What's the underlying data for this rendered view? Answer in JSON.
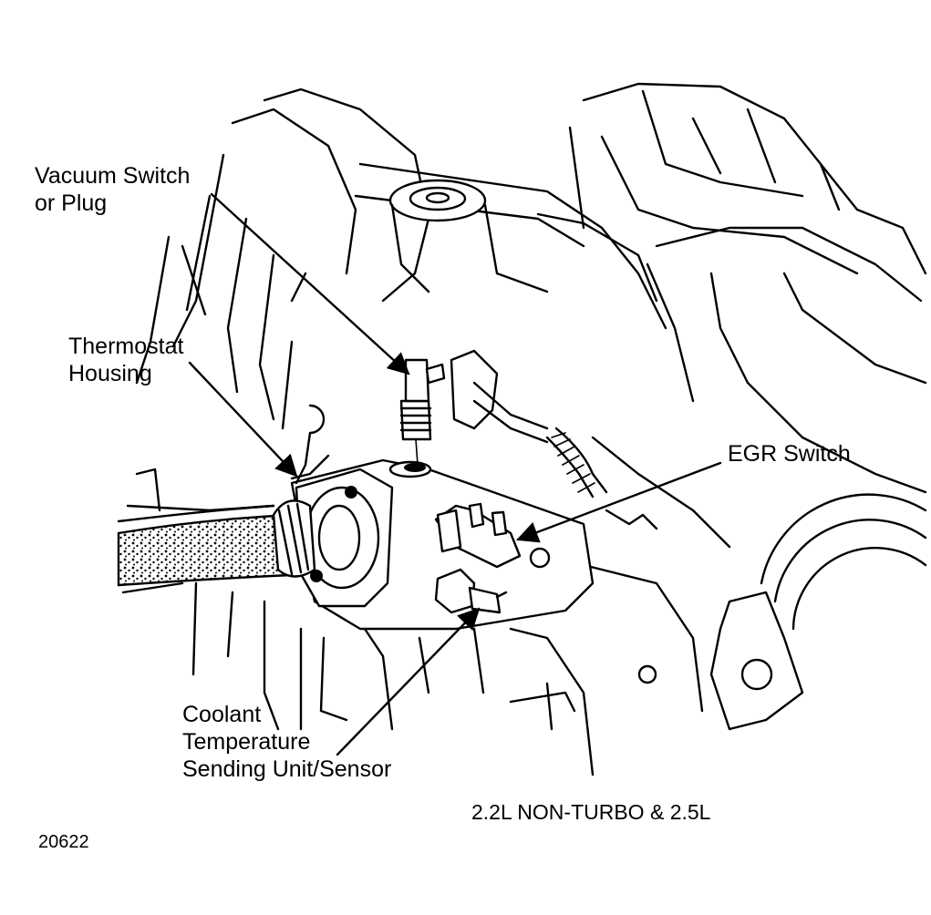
{
  "labels": {
    "vacuum_switch": [
      "Vacuum Switch",
      "or Plug"
    ],
    "thermostat_housing": [
      "Thermostat",
      "Housing"
    ],
    "egr_switch": [
      "EGR Switch"
    ],
    "coolant_sensor": [
      "Coolant",
      "Temperature",
      "Sending Unit/Sensor"
    ]
  },
  "model_caption": "2.2L NON-TURBO & 2.5L",
  "figure_number": "20622"
}
